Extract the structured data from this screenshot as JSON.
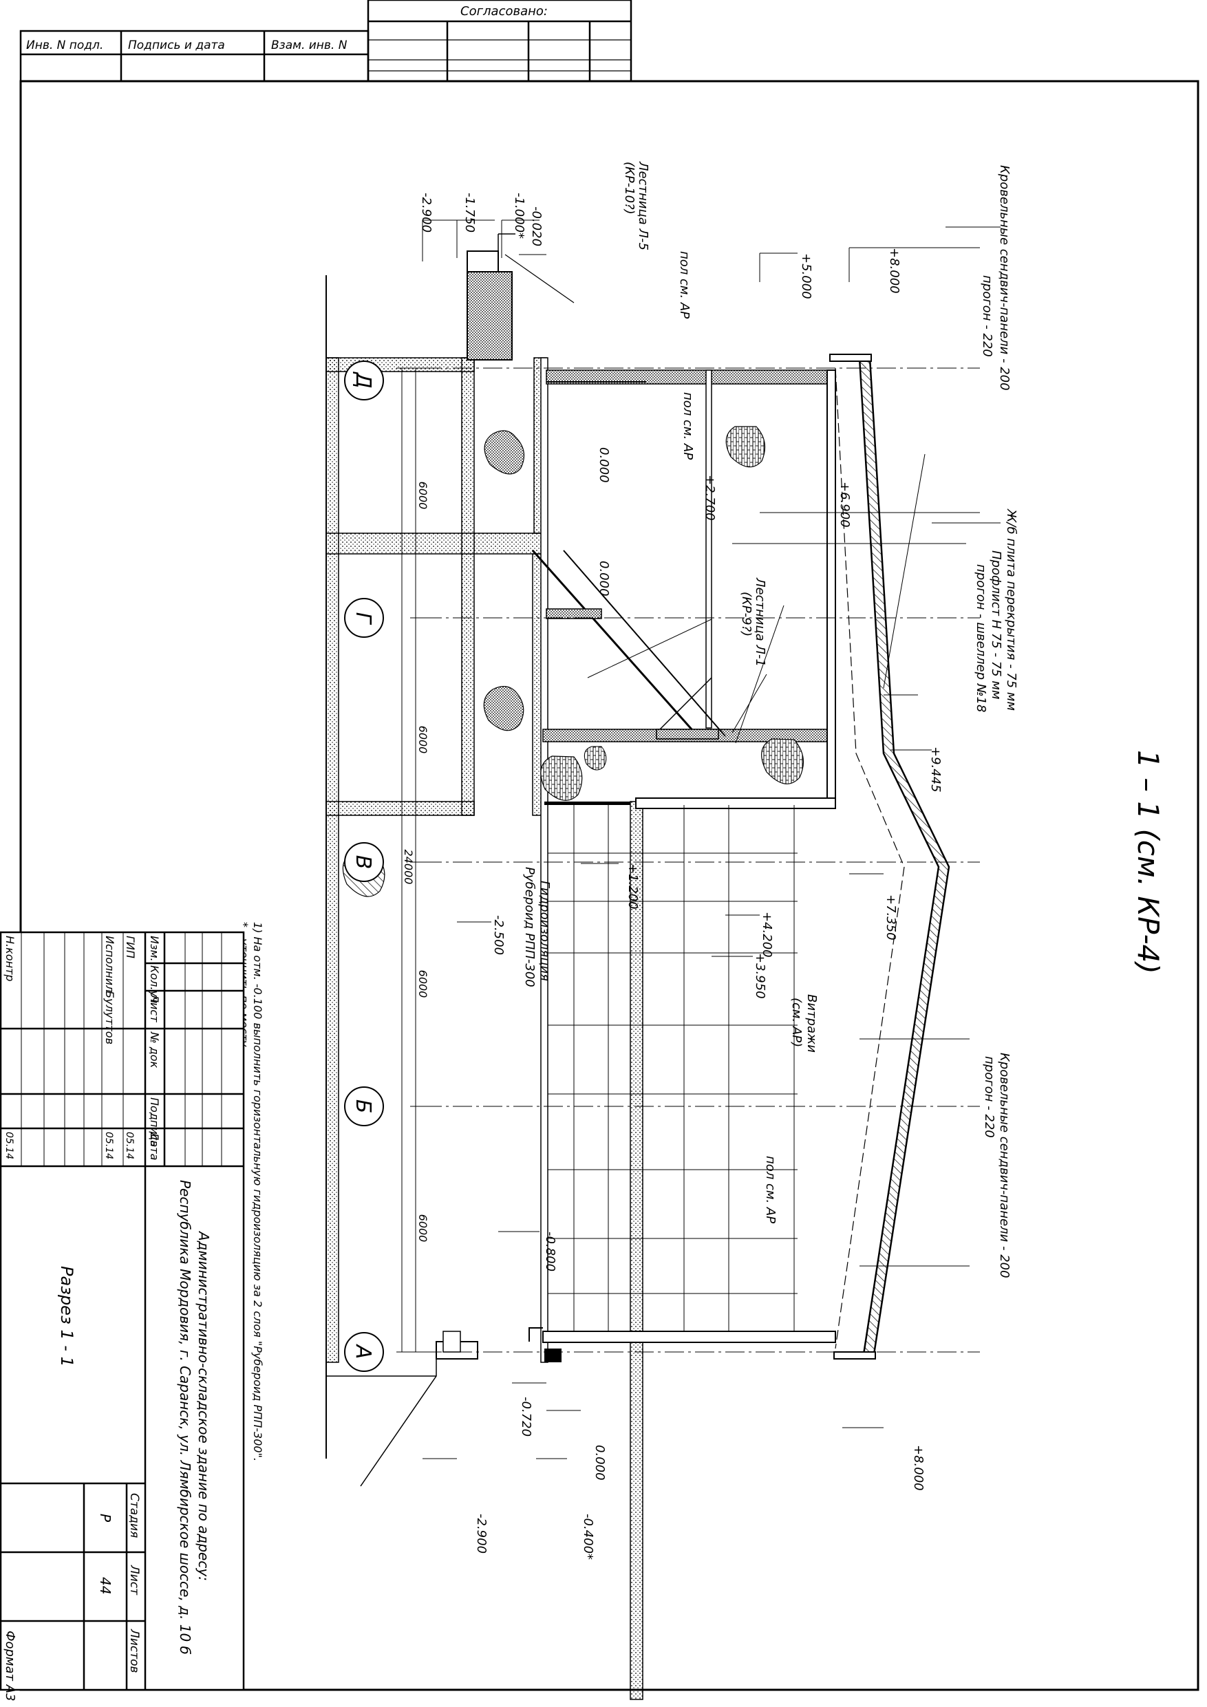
{
  "top_block": {
    "agreed": "Согласовано:",
    "inv_orig": "Инв. N подл.",
    "sign_date": "Подпись и дата",
    "vzam_inv": "Взам. инв. N"
  },
  "section_title": "1 – 1 (см. КР-4)",
  "axes": [
    "Д",
    "Г",
    "В",
    "Б",
    "А"
  ],
  "dimensions": {
    "spans": [
      "6000",
      "6000",
      "6000",
      "6000"
    ],
    "total": "24000"
  },
  "levels": {
    "l_m2900": "-2.900",
    "l_m1750": "-1.750",
    "l_m1000": "-1.000*",
    "l_m0020": "-0.020",
    "l_p5000": "+5.000",
    "l_p8000_top": "+8.000",
    "l_p6900": "+6.900",
    "l_p2700": "+2.700",
    "l_0000_a": "0.000",
    "l_0000_b": "0.000",
    "l_p9445": "+9.445",
    "l_p7350": "+7.350",
    "l_p4200": "+4.200",
    "l_p3950": "+3.950",
    "l_p1200": "+1.200",
    "l_m2500": "-2.500",
    "l_m0800": "-0.800",
    "l_m0720": "-0.720",
    "l_0000_c": "0.000",
    "l_p8000_bot": "+8.000",
    "l_m0400": "-0.400*",
    "l_m2900_b": "-2.900"
  },
  "callouts": {
    "roof_left_1": "Кровельные сендвич-панели - 200",
    "roof_left_2": "прогон - 220",
    "slab_1": "Ж/б плита перекрытия - 75 мм",
    "slab_2": "Профлист Н 75 - 75 мм",
    "slab_3": "прогон - швеллер №18",
    "roof_right_1": "Кровельные сендвич-панели - 200",
    "roof_right_2": "прогон - 220",
    "stair_l5_1": "Лестница Л-5",
    "stair_l5_2": "(КР-10?)",
    "floor_ar_1": "пол см. АР",
    "floor_ar_2": "пол см. АР",
    "floor_ar_3": "пол см. АР",
    "stair_l1_1": "Лестница Л-1",
    "stair_l1_2": "(КР-9?)",
    "glazing_1": "Витражи",
    "glazing_2": "(см. АР)",
    "waterproof_1": "Гидроизоляция",
    "waterproof_2": "Рубероид РПП-300"
  },
  "notes": {
    "n1": "1) На отм. -0.100 выполнить горизонтальную гидроизоляцию за 2 слоя \"Рубероид РПП-300\".",
    "n2": "* - уточнить по месту"
  },
  "title_block": {
    "col_izm": "Изм.",
    "col_kol": "Кол.уч",
    "col_list": "Лист",
    "col_ndok": "№ док",
    "col_podp": "Подпись",
    "col_data": "Дата",
    "row_gip": "ГИП",
    "row_isp": "Исполнил",
    "row_nk": "Н.контр",
    "name_isp": "Булуттов",
    "date_isp": "05.14",
    "date_gip": "05.14",
    "date_nk": "05.14",
    "project_1": "Административно-складское здание по адресу:",
    "project_2": "Республика Мордовия, г. Саранск, ул. Лямбирское шоссе, д. 10 б",
    "sheet_title": "Разрез 1 - 1",
    "h_stage": "Стадия",
    "h_sheet": "Лист",
    "h_sheets": "Листов",
    "stage": "Р",
    "sheet": "44",
    "sheets": ""
  },
  "format": "Формат А3"
}
